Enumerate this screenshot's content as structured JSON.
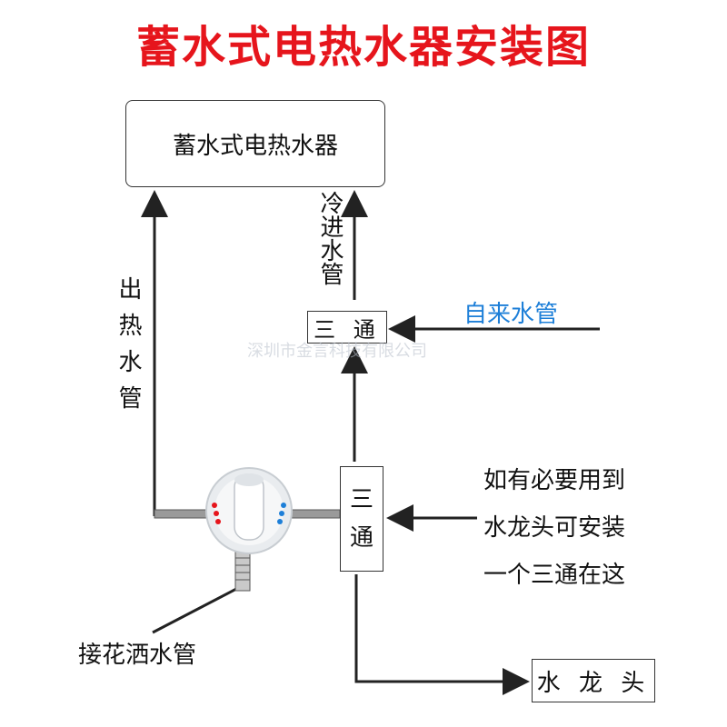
{
  "title": "蓄水式电热水器安装图",
  "watermark": "深圳市金言科技有限公司",
  "nodes": {
    "heater": "蓄水式电热水器",
    "tee_top": "三 通",
    "tee_mid": [
      "三",
      "通"
    ],
    "faucet": "水 龙 头"
  },
  "labels": {
    "hot_outlet": "出热水管",
    "cold_inlet": "冷进水管",
    "tap_water": "自来水管",
    "note_lines": [
      "如有必要用到",
      "水龙头可安装",
      "一个三通在这"
    ],
    "shower": "接花洒水管"
  },
  "colors": {
    "title": "#e6151c",
    "tap_water": "#1d7fd8",
    "pipe": "#222222"
  }
}
